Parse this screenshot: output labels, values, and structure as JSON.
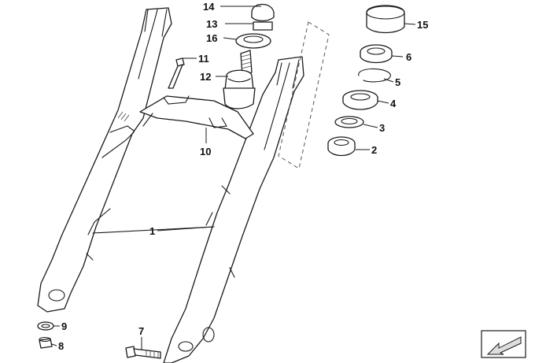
{
  "callouts": {
    "c1": "1",
    "c2": "2",
    "c3": "3",
    "c4": "4",
    "c5": "5",
    "c6": "6",
    "c7": "7",
    "c8": "8",
    "c9": "9",
    "c10": "10",
    "c11": "11",
    "c12": "12",
    "c13": "13",
    "c14": "14",
    "c15": "15",
    "c16": "16"
  },
  "nav_icon": "arrow-direction-icon",
  "colors": {
    "line": "#1a1a1a",
    "background": "#ffffff",
    "nav_icon_fill": "#dddddd"
  }
}
